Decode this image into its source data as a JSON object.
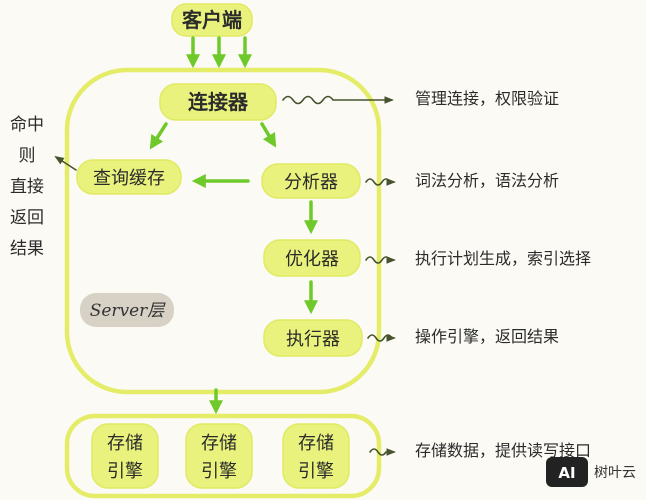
{
  "client": {
    "label": "客户端"
  },
  "server": {
    "label": "Server层",
    "connector": "连接器",
    "query_cache": "查询缓存",
    "analyzer": "分析器",
    "optimizer": "优化器",
    "executor": "执行器"
  },
  "storage": {
    "engines": [
      {
        "lines": [
          "存储",
          "引擎"
        ]
      },
      {
        "lines": [
          "存储",
          "引擎"
        ]
      },
      {
        "lines": [
          "存储",
          "引擎"
        ]
      }
    ]
  },
  "annotations": {
    "connector": "管理连接，权限验证",
    "analyzer": "词法分析，语法分析",
    "optimizer": "执行计划生成，索引选择",
    "executor": "操作引擎，返回结果",
    "storage": "存储数据，提供读写接口",
    "cache_hit": [
      "命中",
      "则",
      "直接",
      "返回",
      "结果"
    ]
  },
  "watermark": {
    "badge": "AI",
    "text": "树叶云"
  },
  "colors": {
    "background": "#fbfaf5",
    "blob_fill": "#e9f27c",
    "outline": "#e4ec68",
    "arrow": "#70c92a",
    "squiggle_arrow": "#46532c",
    "text": "#2b2b2b",
    "server_tag": "#d7d2c5"
  }
}
